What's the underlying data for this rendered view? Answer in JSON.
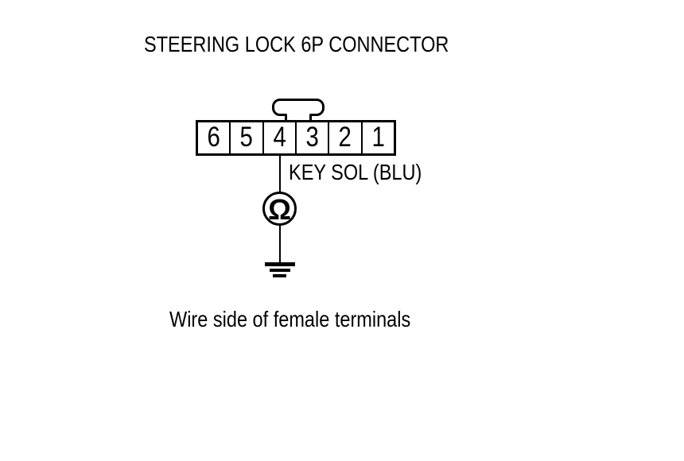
{
  "diagram": {
    "title": "STEERING LOCK 6P CONNECTOR",
    "connector": {
      "pins": [
        "6",
        "5",
        "4",
        "3",
        "2",
        "1"
      ],
      "wire_from_pin": "4"
    },
    "wire_label": "KEY SOL (BLU)",
    "meter": {
      "symbol": "Ω"
    },
    "caption": "Wire side of female terminals",
    "colors": {
      "line": "#000000",
      "background": "#ffffff"
    }
  }
}
